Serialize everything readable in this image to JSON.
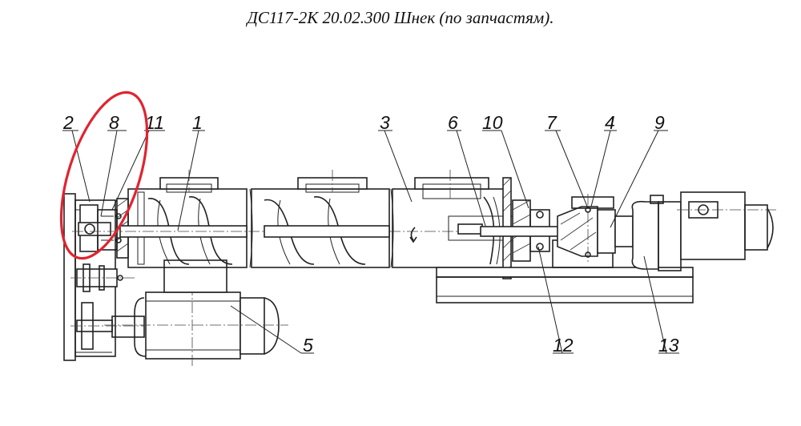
{
  "title": "ДС117-2К 20.02.300 Шнек (по запчастям).",
  "callouts": {
    "c2": "2",
    "c8": "8",
    "c11": "11",
    "c1": "1",
    "c3": "3",
    "c6": "6",
    "c10": "10",
    "c7": "7",
    "c4": "4",
    "c9": "9",
    "c5": "5",
    "c12": "12",
    "c13": "13"
  },
  "highlight_color": "#e0242f"
}
